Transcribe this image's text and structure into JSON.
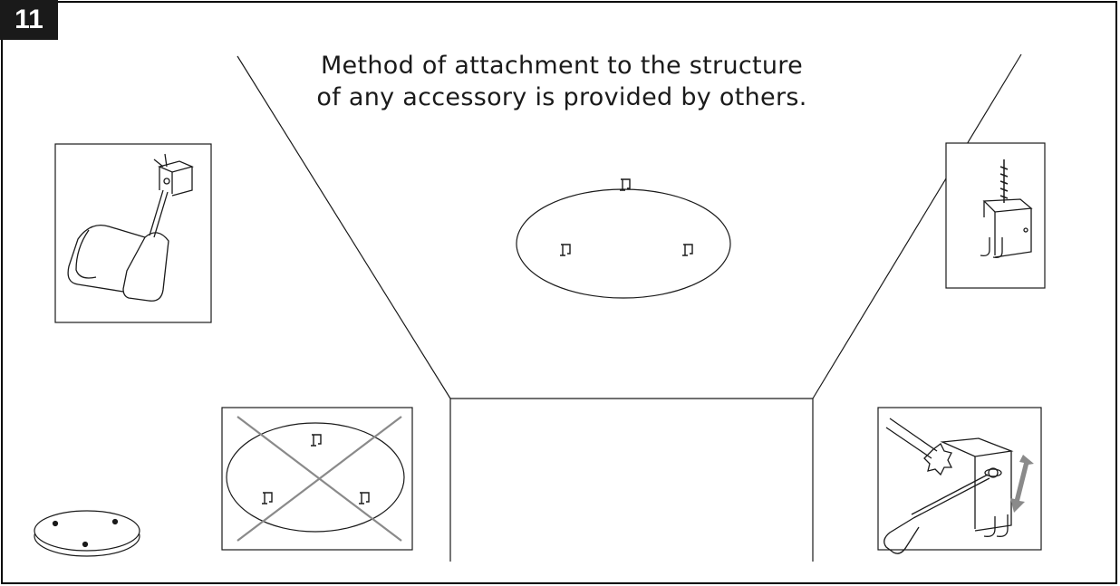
{
  "step": {
    "number": "11"
  },
  "note": {
    "line1": "Method of attachment to the structure",
    "line2": "of any accessory is provided by others."
  },
  "colors": {
    "ink": "#1a1a1a",
    "cross": "#8a8a8a",
    "background": "#ffffff"
  },
  "panels": [
    {
      "name": "drill-into-bracket",
      "depicts": "power drill driving screw into mounting bracket"
    },
    {
      "name": "screw-bracket",
      "depicts": "screw fastened through top of bracket"
    },
    {
      "name": "incorrect-layout",
      "depicts": "crossed-out disc with bracket positions"
    },
    {
      "name": "adjust-bracket",
      "depicts": "screwdriver adjusting bracket with up-down arrow"
    }
  ]
}
